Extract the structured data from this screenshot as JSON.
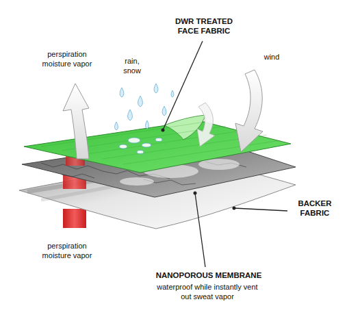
{
  "diagram": {
    "labels": [
      "perspiration moisture vapor",
      "rain, snow",
      "DWR TREATED FACE FABRIC",
      "wind",
      "BACKER FABRIC",
      "perspiration moisture vapor",
      "NANOPOROUS MEMBRANE",
      "waterproof while instantly vent out sweat vapor"
    ]
  }
}
